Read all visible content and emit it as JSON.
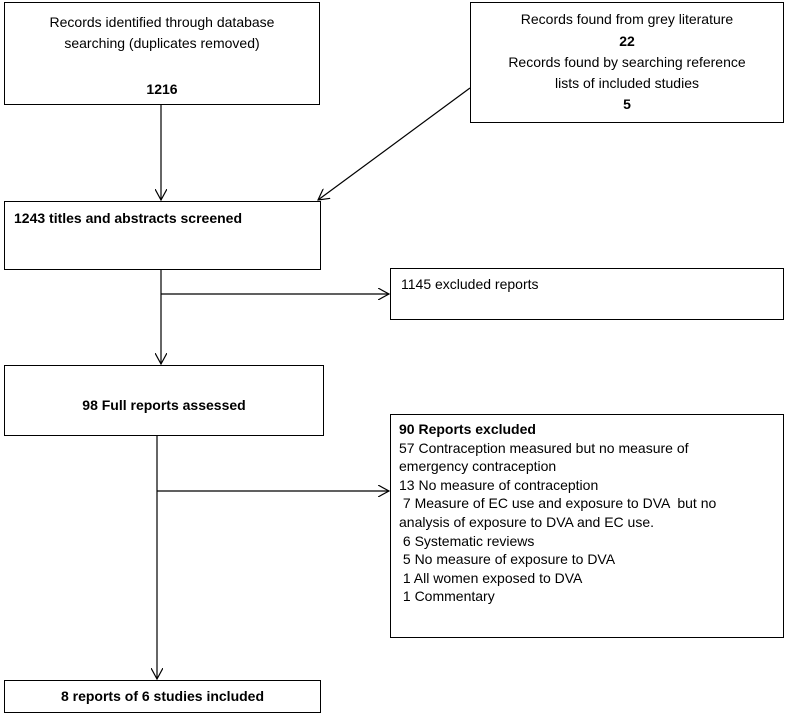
{
  "boxes": {
    "database": {
      "line1": "Records identified through database",
      "line2": "searching (duplicates removed)",
      "count": "1216"
    },
    "grey": {
      "line1": "Records found from grey literature",
      "count1": "22",
      "line2": "Records found by searching reference",
      "line3": "lists of included studies",
      "count2": "5"
    },
    "screened": {
      "text": "1243 titles and abstracts screened"
    },
    "excluded_screen": {
      "text": "1145 excluded reports"
    },
    "full": {
      "text": "98 Full reports assessed"
    },
    "excluded_full": {
      "title": "90 Reports excluded",
      "items": [
        "57 Contraception measured but no measure of",
        "emergency  contraception",
        "13 No measure of contraception",
        " 7 Measure of EC use and exposure to DVA  but no",
        "analysis of exposure to DVA  and EC use.",
        " 6 Systematic reviews",
        " 5 No measure of exposure to DVA",
        " 1 All women exposed to DVA",
        " 1 Commentary"
      ]
    },
    "included": {
      "text": "8 reports of 6 studies included"
    }
  }
}
